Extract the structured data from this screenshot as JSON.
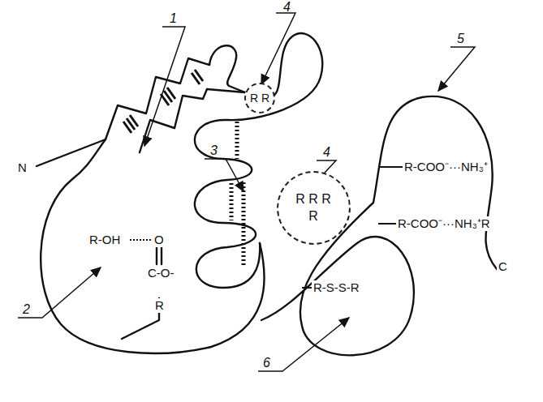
{
  "diagram": {
    "nodes": [
      {
        "text": [
          "R R"
        ]
      },
      {
        "text": [
          "R R R R"
        ]
      }
    ],
    "labels": [
      "1",
      "4",
      "4",
      "5",
      "3",
      "N",
      "R-OH",
      "O",
      "C-O-",
      "R",
      "R-COO⁻···NH₃⁺",
      "R-COO⁻···NH₃⁺R",
      "R-S-S-R",
      "2",
      "6",
      "C"
    ]
  }
}
